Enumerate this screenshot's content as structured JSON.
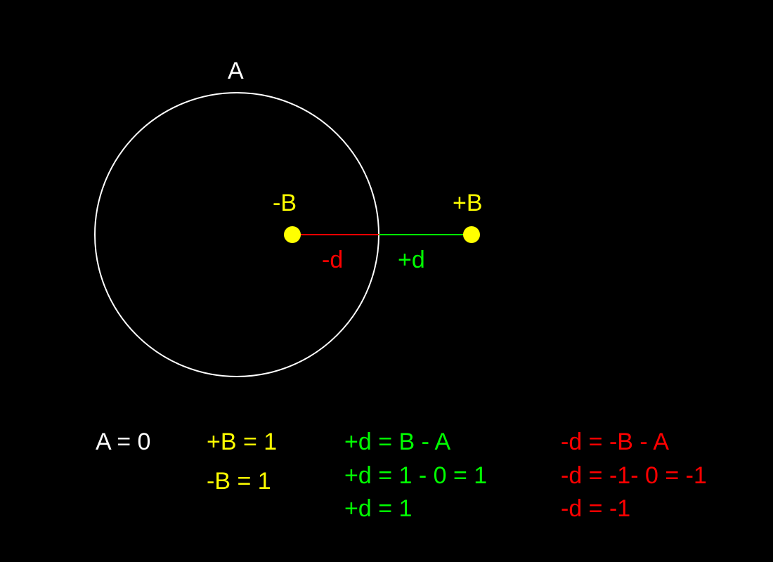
{
  "diagram": {
    "circle_label": "A",
    "point_inside_label": "-B",
    "point_outside_label": "+B",
    "neg_distance_label": "-d",
    "pos_distance_label": "+d"
  },
  "equations": {
    "a_value": "A = 0",
    "pos_b_value": "+B = 1",
    "neg_b_value": "-B = 1",
    "pos_d": [
      "+d = B - A",
      "+d = 1 - 0 = 1",
      "+d = 1"
    ],
    "neg_d": [
      "-d = -B - A",
      "-d = -1- 0 = -1",
      "-d = -1"
    ]
  },
  "colors": {
    "background": "#000000",
    "circle": "#ffffff",
    "points": "#ffff00",
    "positive": "#00ff00",
    "negative": "#ff0000"
  }
}
